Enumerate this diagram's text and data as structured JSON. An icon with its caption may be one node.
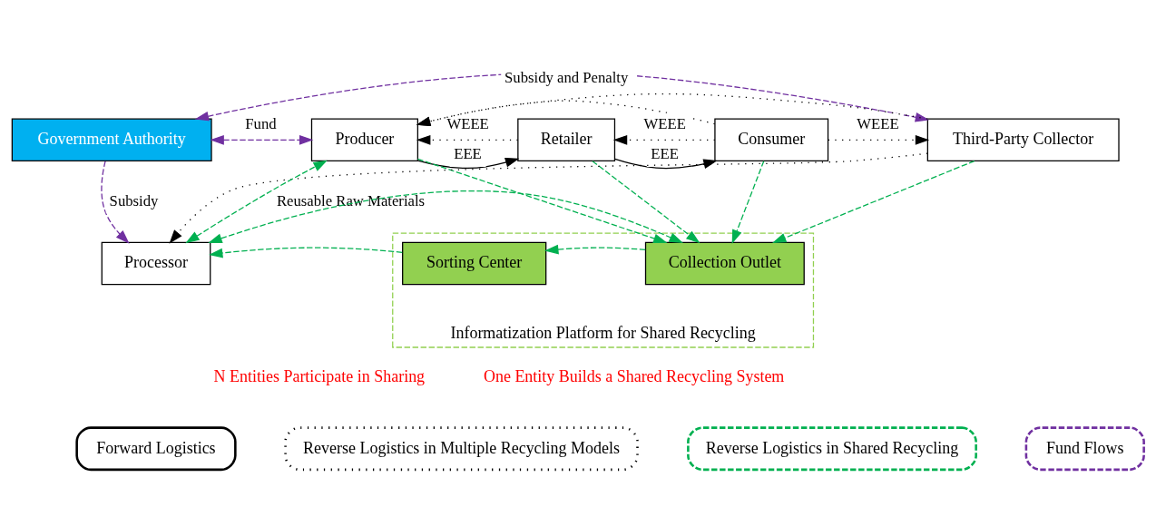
{
  "diagram": {
    "nodes": [
      {
        "text": [
          "Government Authority"
        ]
      },
      {
        "text": [
          "Producer"
        ]
      },
      {
        "text": [
          "Retailer"
        ]
      },
      {
        "text": [
          "Consumer"
        ]
      },
      {
        "text": [
          "Third-Party Collector"
        ]
      },
      {
        "text": [
          "Processor"
        ]
      },
      {
        "text": [
          "Informatization Platform for Shared Recycling"
        ]
      },
      {
        "text": [
          "Sorting Center"
        ],
        "in": 6
      },
      {
        "text": [
          "Collection Outlet"
        ],
        "in": 6
      }
    ],
    "edges": [
      {
        "from": 0,
        "to": 4,
        "arrow": "both",
        "label": "Subsidy and Penalty",
        "style": "dashed",
        "color": "#7030a0"
      },
      {
        "from": 0,
        "to": 1,
        "arrow": "both",
        "label": "Fund",
        "style": "dashed",
        "color": "#7030a0"
      },
      {
        "from": 0,
        "to": 5,
        "arrow": "to",
        "label": "Subsidy",
        "style": "dashed",
        "color": "#7030a0"
      },
      {
        "from": 1,
        "to": 2,
        "arrow": "to",
        "label": "EEE"
      },
      {
        "from": 2,
        "to": 1,
        "arrow": "to",
        "label": "WEEE",
        "style": "dashed"
      },
      {
        "from": 2,
        "to": 3,
        "arrow": "to",
        "label": "EEE"
      },
      {
        "from": 3,
        "to": 2,
        "arrow": "to",
        "label": "WEEE",
        "style": "dashed"
      },
      {
        "from": 3,
        "to": 4,
        "arrow": "to",
        "label": "WEEE",
        "style": "dashed"
      },
      {
        "from": 3,
        "to": 1,
        "arrow": "to",
        "style": "dashed"
      },
      {
        "from": 4,
        "to": 1,
        "arrow": "to",
        "style": "dashed"
      },
      {
        "from": 4,
        "to": 5,
        "arrow": "to",
        "style": "dashed"
      },
      {
        "from": 5,
        "to": 1,
        "arrow": "both",
        "label": "Reusable Raw Materials",
        "style": "dashed",
        "color": "#00b050"
      },
      {
        "from": 5,
        "to": 8,
        "arrow": "both",
        "style": "dashed",
        "color": "#00b050"
      },
      {
        "from": 1,
        "to": 8,
        "arrow": "to",
        "style": "dashed",
        "color": "#00b050"
      },
      {
        "from": 2,
        "to": 8,
        "arrow": "to",
        "style": "dashed",
        "color": "#00b050"
      },
      {
        "from": 3,
        "to": 8,
        "arrow": "to",
        "style": "dashed",
        "color": "#00b050"
      },
      {
        "from": 4,
        "to": 8,
        "arrow": "to",
        "style": "dashed",
        "color": "#00b050"
      },
      {
        "from": 8,
        "to": 7,
        "arrow": "to",
        "style": "dashed",
        "color": "#00b050"
      },
      {
        "from": 7,
        "to": 5,
        "arrow": "to",
        "style": "dashed",
        "color": "#00b050"
      }
    ],
    "labels": [
      "N Entities Participate in Sharing",
      "One Entity Builds a Shared Recycling System"
    ],
    "legend": [
      {
        "text": "Forward Logistics"
      },
      {
        "text": "Reverse Logistics in Multiple Recycling Models"
      },
      {
        "text": "Reverse Logistics in Shared Recycling"
      },
      {
        "text": "Fund Flows"
      }
    ]
  }
}
